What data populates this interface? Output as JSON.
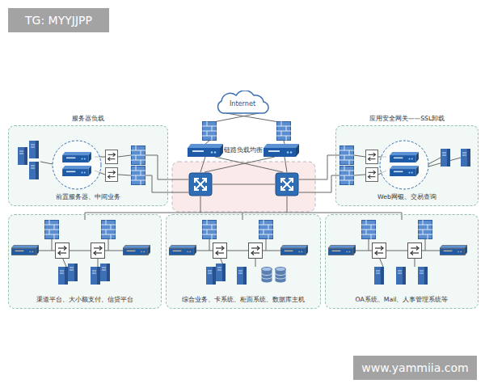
{
  "diagram": {
    "nodes": [
      {
        "text": [
          "Internet"
        ]
      },
      {
        "text": [
          "服务器负载",
          "前置服务器、中间业务"
        ]
      },
      {
        "text": [
          "应用安全网关——SSL卸载",
          "Web网银、交易查询"
        ]
      },
      {
        "text": [
          "渠道平台、大小额支付、信贷平台"
        ]
      },
      {
        "text": [
          "综合业务、卡系统、柜面系统、数据库主机"
        ]
      },
      {
        "text": [
          "OA系统、Mail、人事管理系统等"
        ]
      }
    ],
    "labels": [
      "TG: MYYJJPP",
      "链路负载均衡",
      "www.yammiia.com"
    ]
  }
}
